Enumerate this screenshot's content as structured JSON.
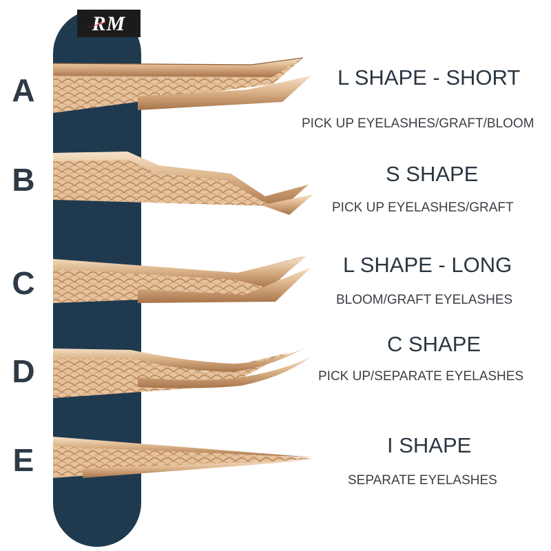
{
  "colors": {
    "panel": "#1f3a4f",
    "gold_light": "#f3dcc0",
    "gold_mid": "#d7ab80",
    "gold_dark": "#9e6b43",
    "text_dark": "#2a3642"
  },
  "logo": {
    "text": "RM"
  },
  "items": [
    {
      "letter": "A",
      "title": "L SHAPE - SHORT",
      "description": "PICK UP EYELASHES/GRAFT/BLOOM"
    },
    {
      "letter": "B",
      "title": "S SHAPE",
      "description": "PICK UP EYELASHES/GRAFT"
    },
    {
      "letter": "C",
      "title": "L SHAPE - LONG",
      "description": "BLOOM/GRAFT EYELASHES"
    },
    {
      "letter": "D",
      "title": "C SHAPE",
      "description": "PICK UP/SEPARATE EYELASHES"
    },
    {
      "letter": "E",
      "title": "I SHAPE",
      "description": "SEPARATE EYELASHES"
    }
  ]
}
